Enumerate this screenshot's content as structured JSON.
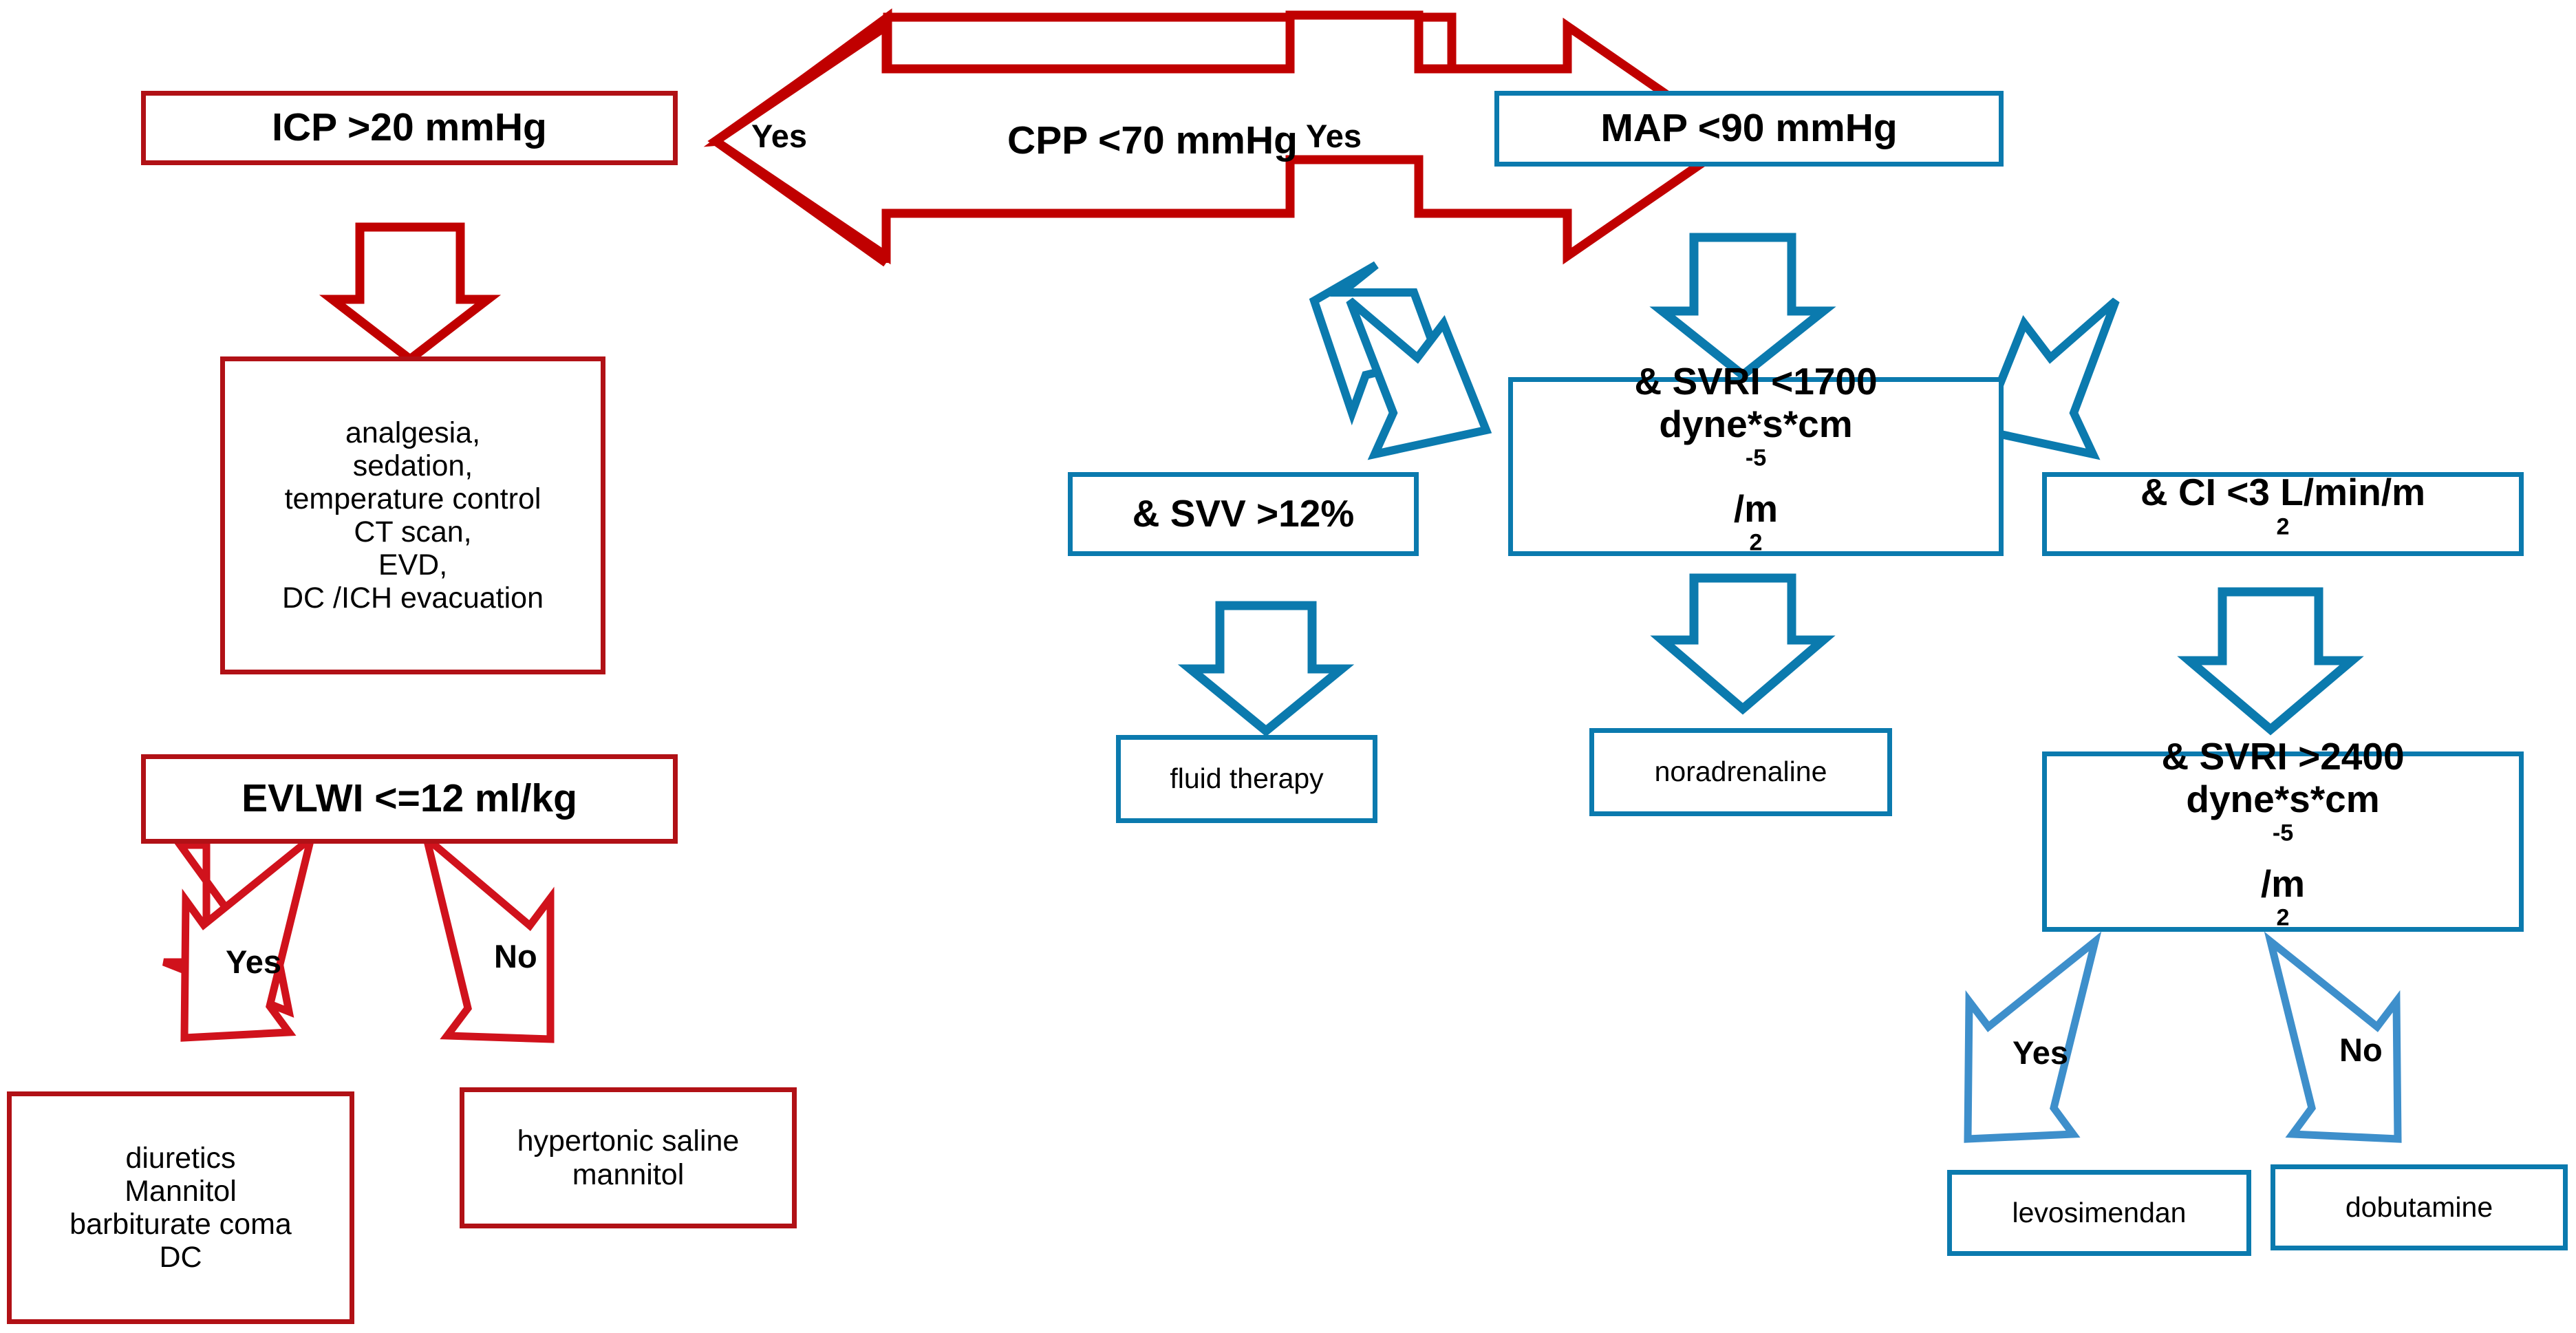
{
  "colors": {
    "red": "#B11116",
    "blue": "#0B7AAE",
    "blue_light": "#3E8FCB",
    "text": "#000000",
    "background": "#FFFFFF"
  },
  "diagram": {
    "title": "CPP / ICP / MAP hemodynamic decision flowchart",
    "root": {
      "label": "CPP <70 mmHg",
      "branch_left_label": "Yes",
      "branch_right_label": "Yes"
    },
    "left_branch": {
      "color": "red",
      "nodes": [
        {
          "id": "icp",
          "label": "ICP >20 mmHg"
        },
        {
          "id": "icp-treatment",
          "label": "analgesia,\nsedation,\ntemperature control\nCT scan,\nEVD,\nDC /ICH evacuation"
        },
        {
          "id": "evlwi",
          "label": "EVLWI <=12 ml/kg"
        },
        {
          "id": "diuretics",
          "label": "diuretics\nMannitol\nbarbiturate coma\nDC"
        },
        {
          "id": "hypertonic",
          "label": "hypertonic saline\nmannitol"
        }
      ],
      "decision_labels": {
        "yes": "Yes",
        "no": "No"
      }
    },
    "right_branch": {
      "color": "blue",
      "nodes": [
        {
          "id": "map",
          "label": "MAP <90 mmHg"
        },
        {
          "id": "svri-low-line1",
          "label": "& SVRI <1700"
        },
        {
          "id": "svri-low-line2",
          "label": "dyne*s*cm",
          "sup1": "-5",
          "tail": "/m",
          "sup2": "2"
        },
        {
          "id": "svv",
          "label": "& SVV >12%"
        },
        {
          "id": "ci",
          "label": "& CI <3 L/min/m",
          "sup": "2"
        },
        {
          "id": "fluid",
          "label": "fluid therapy"
        },
        {
          "id": "noradrenaline",
          "label": "noradrenaline"
        },
        {
          "id": "svri-high-line1",
          "label": "& SVRI >2400"
        },
        {
          "id": "svri-high-line2",
          "label": "dyne*s*cm",
          "sup1": "-5",
          "tail": "/m",
          "sup2": "2"
        },
        {
          "id": "levosimendan",
          "label": "levosimendan"
        },
        {
          "id": "dobutamine",
          "label": "dobutamine"
        }
      ],
      "decision_labels": {
        "yes": "Yes",
        "no": "No"
      }
    },
    "icons": {
      "arrow_down": "arrow-down-icon",
      "arrow_left": "arrow-left-icon",
      "arrow_right": "arrow-right-icon",
      "arrow_down_left": "arrow-down-left-icon",
      "arrow_down_right": "arrow-down-right-icon"
    }
  }
}
